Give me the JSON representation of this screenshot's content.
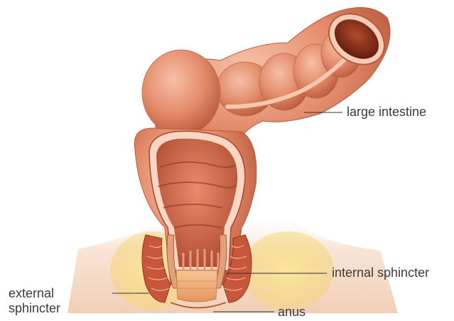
{
  "labels": {
    "large_intestine": "large intestine",
    "internal_sphincter": "internal sphincter",
    "anus": "anus",
    "external_sphincter_line1": "external",
    "external_sphincter_line2": "sphincter"
  },
  "colors": {
    "intestine": "#e89376",
    "intestine_dark": "#b85a3e",
    "lumen": "#7a2a1a",
    "fat": "#f7e08a",
    "muscle": "#c8563a",
    "skin": "#f4d6c2",
    "leader_line": "#333333"
  }
}
